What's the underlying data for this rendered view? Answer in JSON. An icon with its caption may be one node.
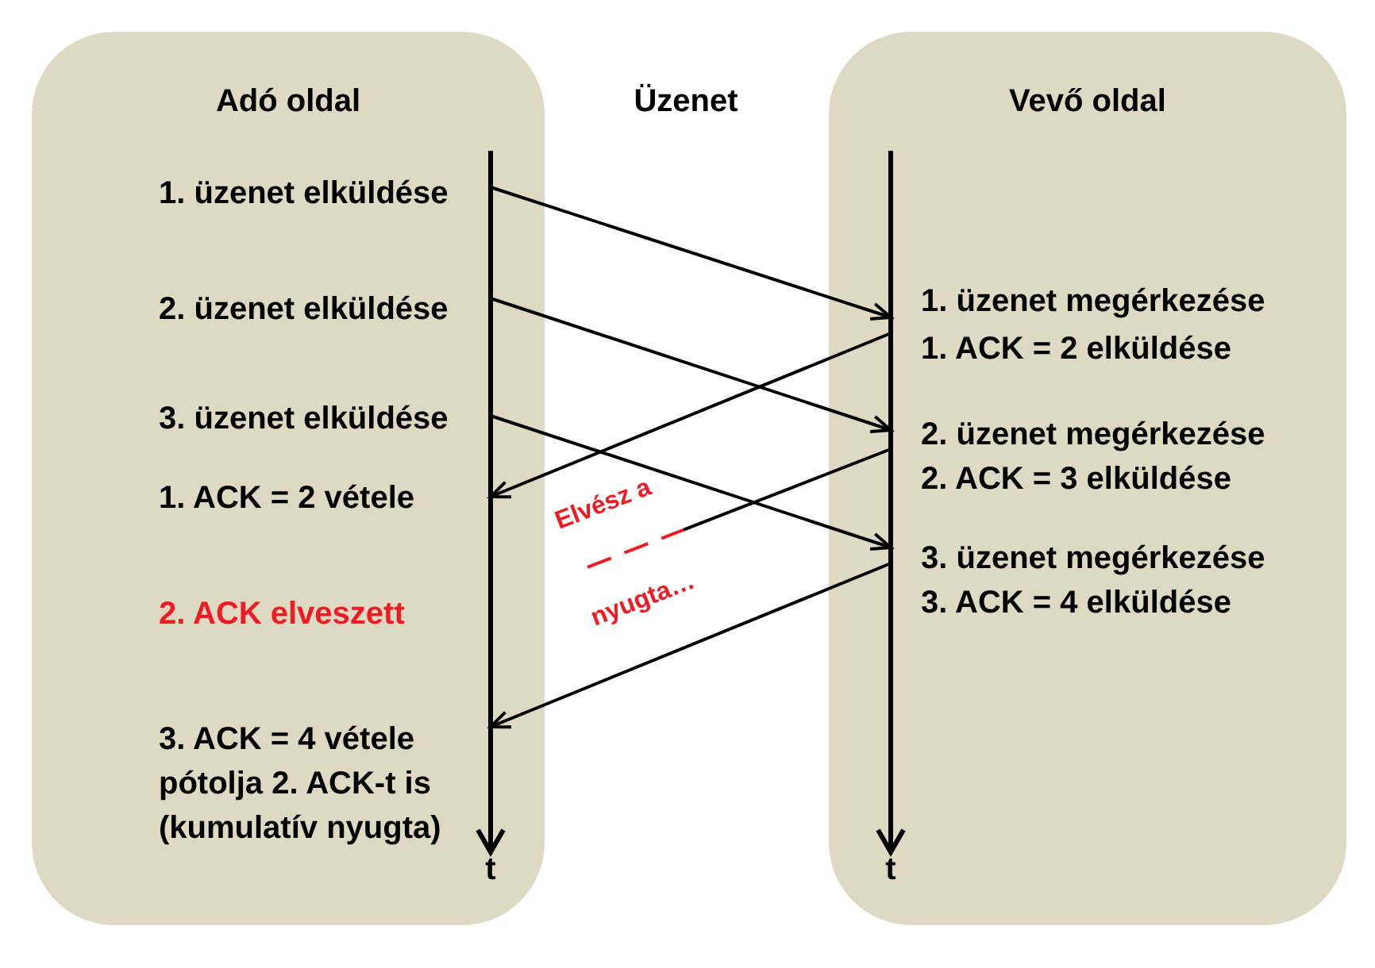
{
  "diagram": {
    "nodes": [
      {
        "text": [
          "Adó oldal"
        ]
      },
      {
        "text": [
          "1. üzenet elküldése"
        ],
        "in": 0
      },
      {
        "text": [
          "2. üzenet elküldése"
        ],
        "in": 0
      },
      {
        "text": [
          "3. üzenet elküldése"
        ],
        "in": 0
      },
      {
        "text": [
          "1. ACK = 2 vétele"
        ],
        "in": 0
      },
      {
        "text": [
          "3. ACK = 4 vétele pótolja 2. ACK-t is (kumulatív nyugta)"
        ],
        "in": 0
      },
      {
        "text": [
          "Vevő oldal"
        ]
      },
      {
        "text": [
          "1. üzenet megérkezése",
          "1. ACK = 2 elküldése"
        ],
        "in": 6
      },
      {
        "text": [
          "2. üzenet megérkezése",
          "2. ACK = 3 elküldése"
        ],
        "in": 6
      },
      {
        "text": [
          "3. üzenet megérkezése",
          "3. ACK = 4 elküldése"
        ],
        "in": 6
      }
    ],
    "edges": [
      {
        "from": 1,
        "to": 7,
        "arrow": "to"
      },
      {
        "from": 2,
        "to": 8,
        "arrow": "to"
      },
      {
        "from": 3,
        "to": 9,
        "arrow": "to"
      },
      {
        "from": 7,
        "to": 4,
        "arrow": "to"
      },
      {
        "from": 8,
        "to": null,
        "arrow": "none",
        "style": "dashed",
        "color": "#ed1c24"
      },
      {
        "from": 9,
        "to": 5,
        "arrow": "to"
      }
    ],
    "labels": [
      "Üzenet",
      "Elvész a",
      "nyugta…",
      "2. ACK elveszett",
      "t",
      "t"
    ]
  }
}
